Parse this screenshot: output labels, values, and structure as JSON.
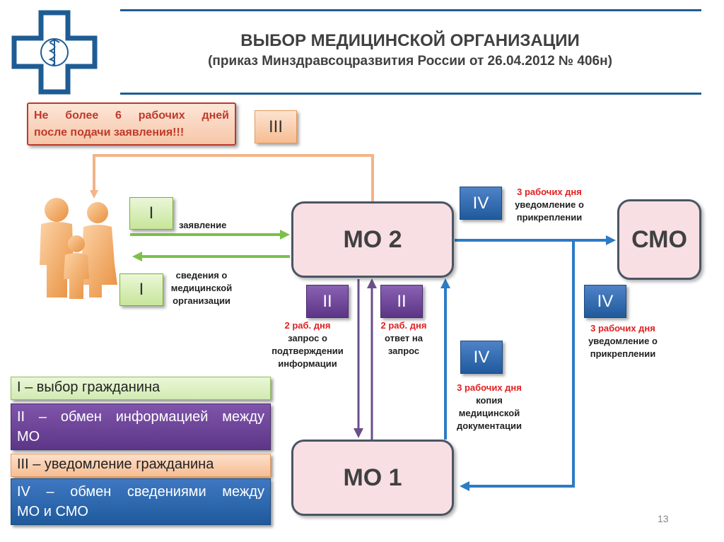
{
  "header": {
    "title": "ВЫБОР МЕДИЦИНСКОЙ ОРГАНИЗАЦИИ",
    "subtitle": "(приказ Минздравсоцразвития России от 26.04.2012 № 406н)"
  },
  "note": {
    "line1": "Не более 6 рабочих дней",
    "line2": "после подачи заявления!!!"
  },
  "nodes": {
    "mo2": "МО 2",
    "mo1": "МО 1",
    "smo": "СМО"
  },
  "badges": {
    "i": "I",
    "ii": "II",
    "iii": "III",
    "iv": "IV"
  },
  "labels": {
    "application": "заявление",
    "info_l1": "сведения о",
    "info_l2": "медицинской",
    "info_l3": "организации",
    "req_days": "2 раб. дня",
    "req_l1": "запрос о",
    "req_l2": "подтверждении",
    "req_l3": "информации",
    "ans_days": "2 раб. дня",
    "ans_l1": "ответ на",
    "ans_l2": "запрос",
    "top_days": "3 рабочих дня",
    "top_l1": "уведомление о",
    "top_l2": "прикреплении",
    "right_days": "3 рабочих дня",
    "right_l1": "уведомление о",
    "right_l2": "прикреплении",
    "copy_days": "3 рабочих дня",
    "copy_l1": "копия",
    "copy_l2": "медицинской",
    "copy_l3": "документации"
  },
  "legend": {
    "i": "I – выбор гражданина",
    "ii_l1": "II – обмен информацией между",
    "ii_l2": "МО",
    "iii": "III – уведомление гражданина",
    "iv_l1": "IV – обмен сведениями между",
    "iv_l2": "МО и СМО"
  },
  "page_number": "13",
  "colors": {
    "accent_blue": "#1f5c94",
    "arrow_blue": "#2d7bc4",
    "arrow_green": "#7cc04a",
    "arrow_purple": "#6a4f8a",
    "arrow_orange": "#f2b48a",
    "red_text": "#e02020"
  }
}
